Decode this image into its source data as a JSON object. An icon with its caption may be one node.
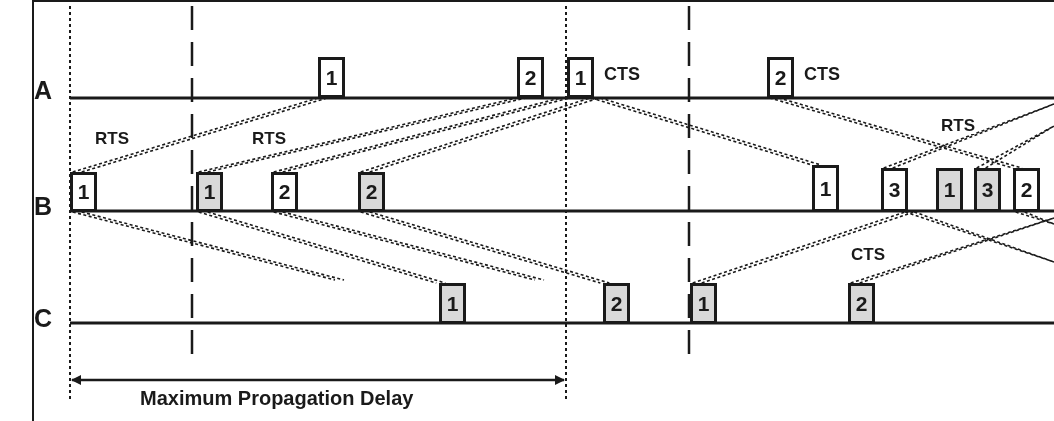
{
  "diagram": {
    "nodes": [
      {
        "text": [
          "1"
        ]
      },
      {
        "text": [
          "2"
        ]
      },
      {
        "text": [
          "1"
        ],
        "beside": [
          "CTS"
        ]
      },
      {
        "text": [
          "2"
        ],
        "beside": [
          "CTS"
        ]
      },
      {
        "text": [
          "1"
        ]
      },
      {
        "text": [
          "1"
        ]
      },
      {
        "text": [
          "2"
        ]
      },
      {
        "text": [
          "2"
        ]
      },
      {
        "text": [
          "1"
        ]
      },
      {
        "text": [
          "3"
        ]
      },
      {
        "text": [
          "1"
        ]
      },
      {
        "text": [
          "3"
        ]
      },
      {
        "text": [
          "2"
        ]
      },
      {
        "text": [
          "1"
        ]
      },
      {
        "text": [
          "2"
        ]
      },
      {
        "text": [
          "1"
        ]
      },
      {
        "text": [
          "2"
        ]
      }
    ],
    "edges": [
      {
        "from": 4,
        "to": 0,
        "arrow": "none",
        "label": "RTS"
      },
      {
        "from": 5,
        "to": 1,
        "arrow": "none",
        "label": "RTS"
      },
      {
        "from": 6,
        "to": 2,
        "arrow": "none"
      },
      {
        "from": 7,
        "to": 2,
        "arrow": "none"
      },
      {
        "from": 2,
        "to": 8,
        "arrow": "none"
      },
      {
        "from": 3,
        "to": 12,
        "arrow": "none"
      },
      {
        "from": 9,
        "to": null,
        "arrow": "none",
        "label": "RTS"
      },
      {
        "from": 11,
        "to": null,
        "arrow": "none"
      },
      {
        "from": 4,
        "to": null,
        "arrow": "none"
      },
      {
        "from": 5,
        "to": 13,
        "arrow": "none"
      },
      {
        "from": 6,
        "to": null,
        "arrow": "none"
      },
      {
        "from": 7,
        "to": 14,
        "arrow": "none"
      },
      {
        "from": 15,
        "to": 9,
        "arrow": "none"
      },
      {
        "from": 16,
        "to": null,
        "arrow": "none",
        "label": "CTS"
      },
      {
        "from": 9,
        "to": null,
        "arrow": "none"
      },
      {
        "from": 12,
        "to": null,
        "arrow": "none"
      }
    ],
    "labels": [
      "A",
      "B",
      "C",
      "Maximum Propagation Delay"
    ]
  }
}
